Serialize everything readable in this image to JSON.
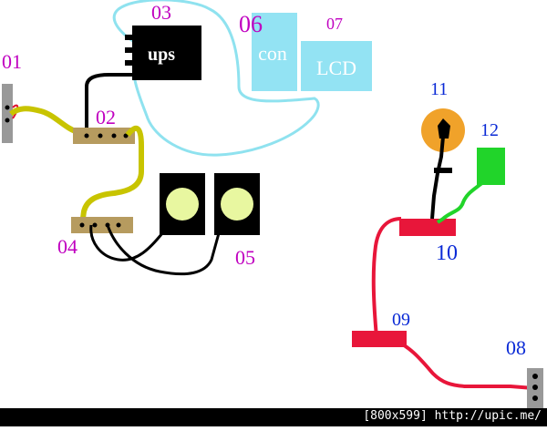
{
  "labels": {
    "l01": "01",
    "l02": "02",
    "l03": "03",
    "l04": "04",
    "l05": "05",
    "l06": "06",
    "l07": "07",
    "l08": "08",
    "l09": "09",
    "l10": "10",
    "l11": "11",
    "l12": "12"
  },
  "components": {
    "ups": "ups",
    "con": "con",
    "lcd": "LCD"
  },
  "footer": {
    "watermark": "[800x599] http://upic.me/"
  },
  "colors": {
    "label_purple": "#c000c0",
    "label_blue": "#0a2ad6",
    "cyan_wire": "#8fe2ef",
    "cyan_box": "#93e3f3",
    "olive_wire": "#c8c400",
    "brown_board": "#b69b5f",
    "red_wire": "#e8163a",
    "green_wire": "#21d42a",
    "orange_pad": "#f0a22a",
    "speaker_fill": "#e8f7a0"
  }
}
